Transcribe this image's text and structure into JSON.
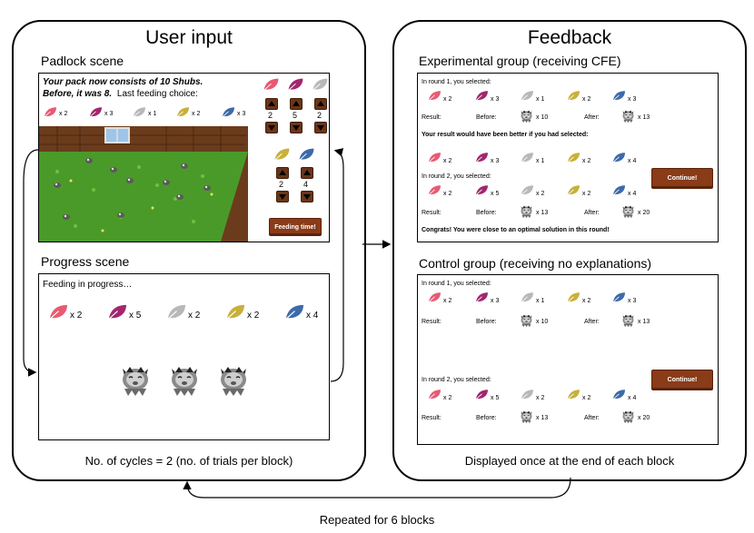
{
  "user_input": {
    "title": "User input",
    "padlock": {
      "label": "Padlock scene",
      "heading_line1": "Your pack now consists of 10 Shubs.",
      "heading_line2": "Before, it was 8.",
      "last_feeding": "Last feeding choice:",
      "last_choice_counts": [
        "x 2",
        "x 3",
        "x 1",
        "x 2",
        "x 3"
      ],
      "selector_counts_top": [
        "2",
        "5",
        "2"
      ],
      "selector_counts_bottom": [
        "2",
        "4"
      ],
      "feeding_button": "Feeding time!"
    },
    "progress": {
      "label": "Progress scene",
      "status": "Feeding in progress…",
      "counts": [
        "x 2",
        "x 5",
        "x 2",
        "x 2",
        "x 4"
      ]
    },
    "cycles_caption": "No. of cycles = 2 (no. of trials per block)"
  },
  "feedback": {
    "title": "Feedback",
    "experimental": {
      "label": "Experimental group (receiving CFE)",
      "round1_heading": "In round 1, you selected:",
      "round1_counts": [
        "x 2",
        "x 3",
        "x 1",
        "x 2",
        "x 3"
      ],
      "round1_result": {
        "result": "Result:",
        "before": "Before:",
        "before_val": "x 10",
        "after": "After:",
        "after_val": "x 13"
      },
      "cfe_text": "Your result would have been better if you had selected:",
      "cfe_counts": [
        "x 2",
        "x 3",
        "x 1",
        "x 2",
        "x 4"
      ],
      "round2_heading": "In round 2, you selected:",
      "round2_counts": [
        "x 2",
        "x 5",
        "x 2",
        "x 2",
        "x 4"
      ],
      "round2_result": {
        "result": "Result:",
        "before": "Before:",
        "before_val": "x 13",
        "after": "After:",
        "after_val": "x 20"
      },
      "congrats": "Congrats! You were close to an optimal solution in this round!",
      "continue": "Continue!"
    },
    "control": {
      "label": "Control group (receiving no explanations)",
      "round1_heading": "In round 1, you selected:",
      "round1_counts": [
        "x 2",
        "x 3",
        "x 1",
        "x 2",
        "x 3"
      ],
      "round1_result": {
        "result": "Result:",
        "before": "Before:",
        "before_val": "x 10",
        "after": "After:",
        "after_val": "x 13"
      },
      "round2_heading": "In round 2, you selected:",
      "round2_counts": [
        "x 2",
        "x 5",
        "x 2",
        "x 2",
        "x 4"
      ],
      "round2_result": {
        "result": "Result:",
        "before": "Before:",
        "before_val": "x 13",
        "after": "After:",
        "after_val": "x 20"
      },
      "continue": "Continue!"
    },
    "display_caption": "Displayed once at the end of each block"
  },
  "repeat_caption": "Repeated for 6 blocks",
  "leaf_colors": [
    "#e85a72",
    "#a3266e",
    "#b8b8b8",
    "#c8b03a",
    "#3d6aa8"
  ]
}
